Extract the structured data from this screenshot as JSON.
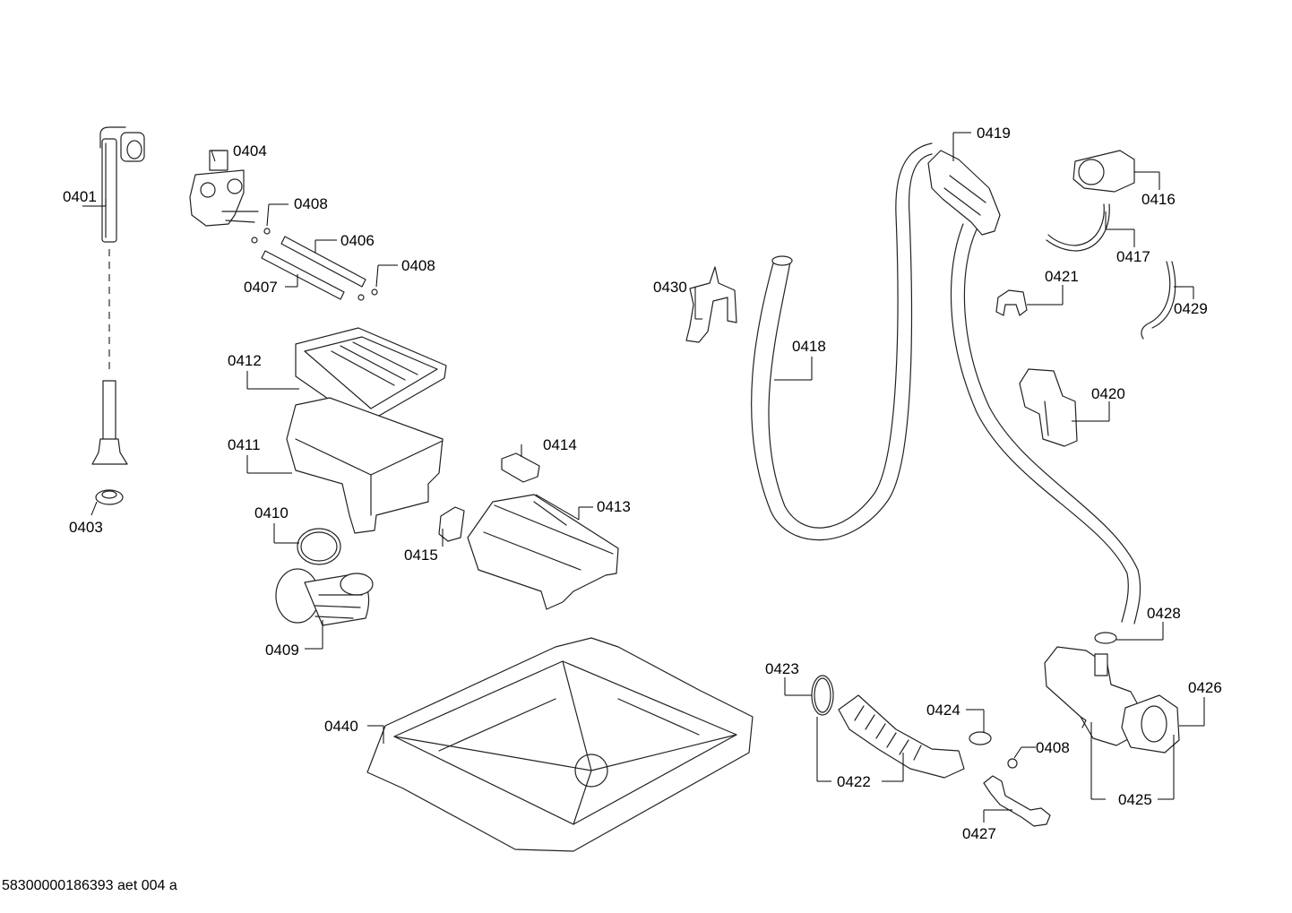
{
  "callouts": {
    "c0401": "0401",
    "c0403": "0403",
    "c0404": "0404",
    "c0406": "0406",
    "c0407": "0407",
    "c0408a": "0408",
    "c0408b": "0408",
    "c0408c": "0408",
    "c0409": "0409",
    "c0410": "0410",
    "c0411": "0411",
    "c0412": "0412",
    "c0413": "0413",
    "c0414": "0414",
    "c0415": "0415",
    "c0416": "0416",
    "c0417": "0417",
    "c0418": "0418",
    "c0419": "0419",
    "c0420": "0420",
    "c0421": "0421",
    "c0422": "0422",
    "c0423": "0423",
    "c0424": "0424",
    "c0425": "0425",
    "c0426": "0426",
    "c0427": "0427",
    "c0428": "0428",
    "c0429": "0429",
    "c0430": "0430",
    "c0440": "0440"
  },
  "footer": {
    "drawing_id": "58300000186393 aet 004 a"
  }
}
